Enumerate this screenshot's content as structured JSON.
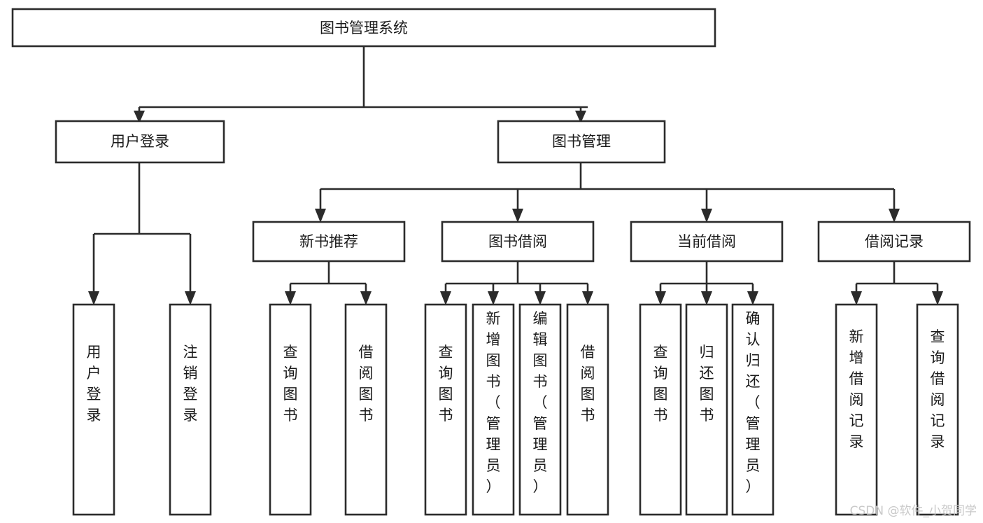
{
  "diagram": {
    "title": "图书管理系统",
    "type": "tree-hierarchy-diagram",
    "colors": {
      "node_fill": "#ffffff",
      "node_stroke": "#2b2b2b",
      "connector": "#2b2b2b",
      "text": "#1a1a1a",
      "watermark": "#c9c9c9",
      "background": "#ffffff"
    },
    "root": {
      "label": "图书管理系统"
    },
    "level1": [
      {
        "label": "用户登录"
      },
      {
        "label": "图书管理"
      }
    ],
    "level2": [
      {
        "label": "新书推荐"
      },
      {
        "label": "图书借阅"
      },
      {
        "label": "当前借阅"
      },
      {
        "label": "借阅记录"
      }
    ],
    "leaves": {
      "user_login": [
        {
          "label": "用户登录"
        },
        {
          "label": "注销登录"
        }
      ],
      "new_book_recommend": [
        {
          "label": "查询图书"
        },
        {
          "label": "借阅图书"
        }
      ],
      "book_borrow": [
        {
          "label": "查询图书"
        },
        {
          "label": "新增图书（管理员）"
        },
        {
          "label": "编辑图书（管理员）"
        },
        {
          "label": "借阅图书"
        }
      ],
      "current_borrow": [
        {
          "label": "查询图书"
        },
        {
          "label": "归还图书"
        },
        {
          "label": "确认归还（管理员）"
        }
      ],
      "borrow_record": [
        {
          "label": "新增借阅记录"
        },
        {
          "label": "查询借阅记录"
        }
      ]
    }
  },
  "watermark": {
    "text": "CSDN @软件_小贺同学"
  }
}
